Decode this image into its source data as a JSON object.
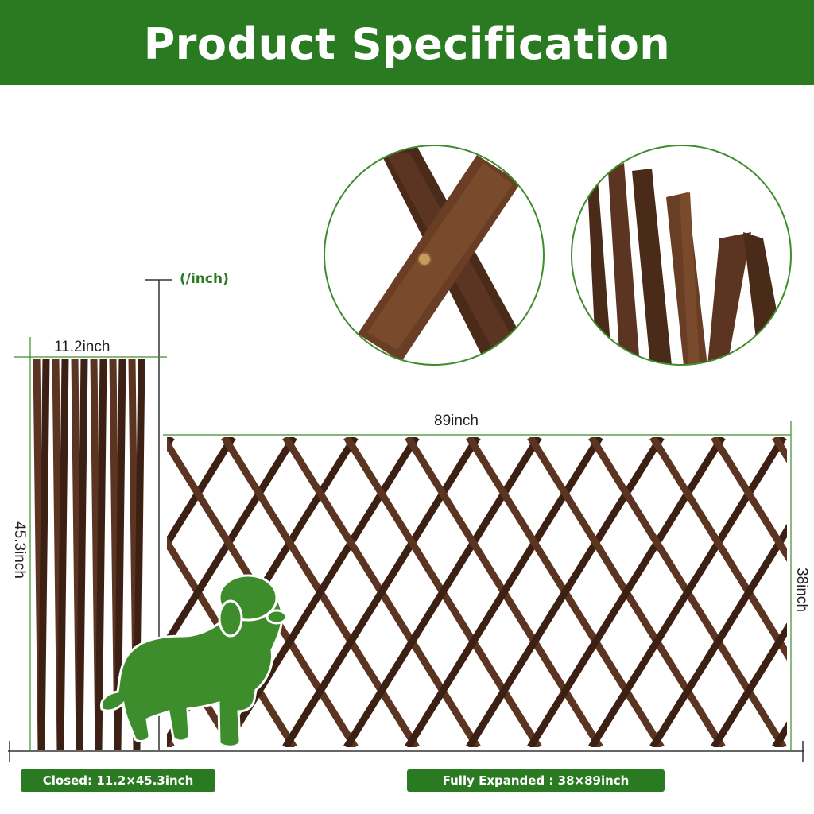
{
  "header": {
    "title": "Product Specification"
  },
  "colors": {
    "brand_green": "#2a7a22",
    "wood": "#5b3521",
    "wood_dark": "#3b2013",
    "dog_green": "#3e8d2c"
  },
  "icons": {
    "mascot": "poodle-silhouette-icon"
  },
  "unit_label": "(/inch)",
  "dimensions": {
    "closed_width": "11.2inch",
    "closed_height": "45.3inch",
    "expanded_width": "89inch",
    "expanded_height": "38inch"
  },
  "badges": {
    "closed": "Closed: 11.2×45.3inch",
    "expanded": "Fully Expanded : 38×89inch"
  }
}
